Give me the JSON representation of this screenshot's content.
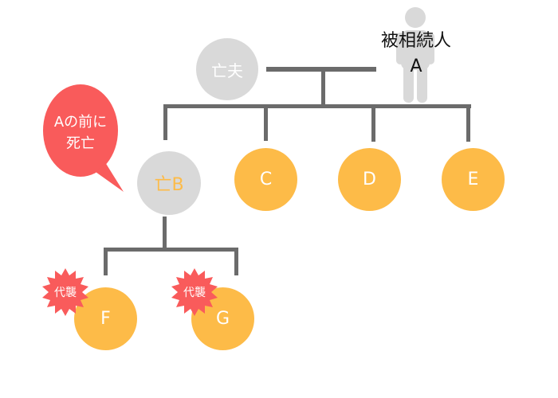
{
  "decedent": {
    "label_line1": "被相続人",
    "label_line2": "A",
    "icon": "person-icon"
  },
  "spouse": {
    "label": "亡夫"
  },
  "deceased_child": {
    "label": "亡B",
    "note_line1": "Aの前に",
    "note_line2": "死亡"
  },
  "children": [
    {
      "label": "C"
    },
    {
      "label": "D"
    },
    {
      "label": "E"
    }
  ],
  "grandchildren": [
    {
      "label": "F",
      "badge": "代襲"
    },
    {
      "label": "G",
      "badge": "代襲"
    }
  ],
  "colors": {
    "line": "#6b6b6b",
    "gray_node": "#d9d9d9",
    "heir_node": "#fdbb48",
    "alert": "#f95b5b"
  }
}
